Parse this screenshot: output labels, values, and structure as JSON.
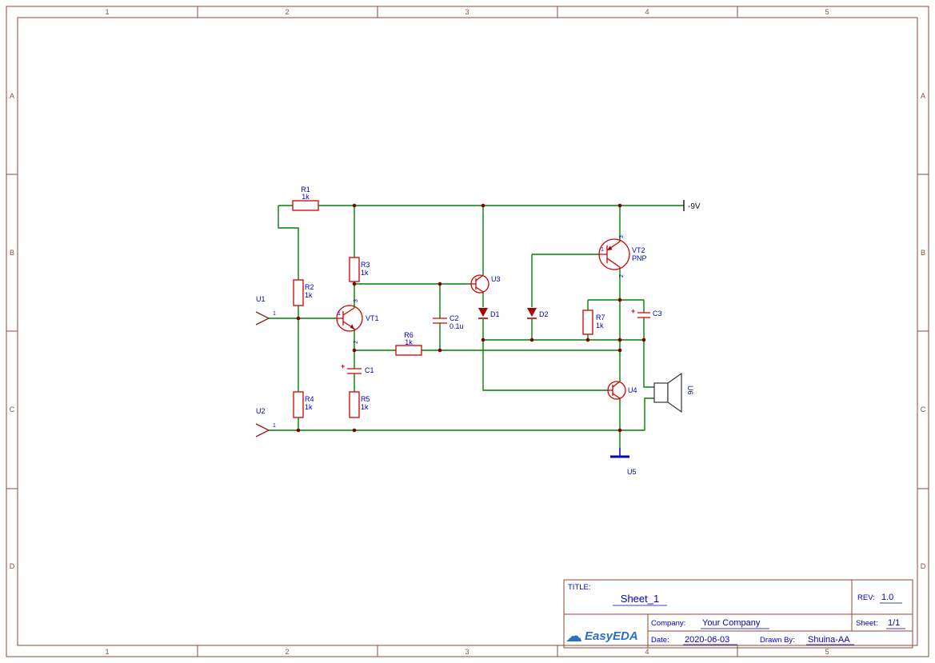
{
  "colors": {
    "wire_green": "#008000",
    "component_red": "#d00000",
    "label_blue": "#0000cc",
    "frame_brown": "#8b4a3b",
    "junction_dot": "#800000",
    "ground_blue": "#0000cc",
    "logo_blue": "#2a6fc9"
  },
  "sheet": {
    "columns": [
      "1",
      "2",
      "3",
      "4",
      "5"
    ],
    "rows": [
      "A",
      "B",
      "C",
      "D"
    ]
  },
  "power": {
    "net": "-9V"
  },
  "components": {
    "r1": {
      "ref": "R1",
      "val": "1k"
    },
    "r2": {
      "ref": "R2",
      "val": "1k"
    },
    "r3": {
      "ref": "R3",
      "val": "1k"
    },
    "r4": {
      "ref": "R4",
      "val": "1k"
    },
    "r5": {
      "ref": "R5",
      "val": "1k"
    },
    "r6": {
      "ref": "R6",
      "val": "1k"
    },
    "r7": {
      "ref": "R7",
      "val": "1k"
    },
    "c1": {
      "ref": "C1",
      "polarity": "+"
    },
    "c2": {
      "ref": "C2",
      "val": "0.1u"
    },
    "c3": {
      "ref": "C3",
      "polarity": "+"
    },
    "d1": {
      "ref": "D1"
    },
    "d2": {
      "ref": "D2"
    },
    "vt1": {
      "ref": "VT1",
      "pins": {
        "base": "1",
        "emitter": "2",
        "collector": "3"
      }
    },
    "vt2": {
      "ref": "VT2",
      "val": "PNP",
      "pins": {
        "base": "1",
        "collector": "2",
        "emitter": "3"
      }
    },
    "u1": {
      "ref": "U1",
      "pin": "1"
    },
    "u2": {
      "ref": "U2",
      "pin": "1"
    },
    "u3": {
      "ref": "U3"
    },
    "u4": {
      "ref": "U4"
    },
    "u5": {
      "ref": "U5"
    },
    "u6": {
      "ref": "U6"
    }
  },
  "title_block": {
    "title_label": "TITLE:",
    "title": "Sheet_1",
    "rev_label": "REV:",
    "rev": "1.0",
    "company_label": "Company:",
    "company": "Your Company",
    "sheet_label": "Sheet:",
    "sheet": "1/1",
    "date_label": "Date:",
    "date": "2020-06-03",
    "drawn_by_label": "Drawn By:",
    "drawn_by": "Shuina-AA",
    "logo": "EasyEDA"
  }
}
